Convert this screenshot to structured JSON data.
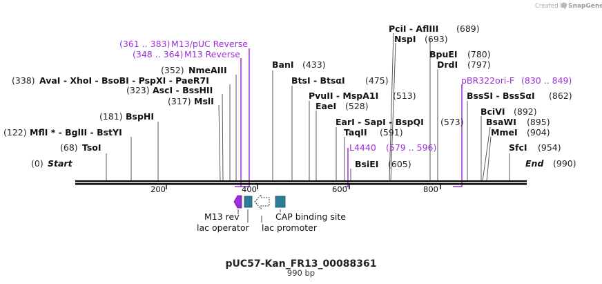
{
  "branding": {
    "created_by": "Created by",
    "brand": "SnapGene"
  },
  "sequence": {
    "name": "pUC57-Kan_FR13_00088361",
    "length_label": "990 bp",
    "length": 990
  },
  "ends": {
    "start": {
      "label": "Start",
      "pos": "(0)"
    },
    "end": {
      "label": "End",
      "pos": "(990)"
    }
  },
  "ruler": {
    "ticks": [
      "200",
      "400",
      "600",
      "800"
    ]
  },
  "sites": [
    {
      "id": "tsoi",
      "text": "TsoI",
      "pos": "(68)"
    },
    {
      "id": "mfli",
      "text": "MflI * - BglII - BstYI",
      "pos": "(122)"
    },
    {
      "id": "bsphi",
      "text": "BspHI",
      "pos": "(181)"
    },
    {
      "id": "msli",
      "text": "MslI",
      "pos": "(317)"
    },
    {
      "id": "asci",
      "text": "AscI - BssHII",
      "pos": "(323)"
    },
    {
      "id": "avai",
      "text": "AvaI - XhoI - BsoBI - PspXI - PaeR7I",
      "pos": "(338)"
    },
    {
      "id": "nmeaiii",
      "text": "NmeAIII",
      "pos": "(352)"
    },
    {
      "id": "bani",
      "text": "BanI",
      "pos": "(433)"
    },
    {
      "id": "btsi",
      "text": "BtsI - BtsαI",
      "pos": "(475)"
    },
    {
      "id": "pvuii",
      "text": "PvuII - MspA1I",
      "pos": "(513)"
    },
    {
      "id": "eaei",
      "text": "EaeI",
      "pos": "(528)"
    },
    {
      "id": "eari",
      "text": "EarI - SapI - BspQI",
      "pos": "(573)"
    },
    {
      "id": "taqii",
      "text": "TaqII",
      "pos": "(591)"
    },
    {
      "id": "bsiei",
      "text": "BsiEI",
      "pos": "(605)"
    },
    {
      "id": "pcii",
      "text": "PciI - AflIII",
      "pos": "(689)"
    },
    {
      "id": "nspi",
      "text": "NspI",
      "pos": "(693)"
    },
    {
      "id": "bpuei",
      "text": "BpuEI",
      "pos": "(780)"
    },
    {
      "id": "drdi",
      "text": "DrdI",
      "pos": "(797)"
    },
    {
      "id": "bsssi",
      "text": "BssSI - BssSαI",
      "pos": "(862)"
    },
    {
      "id": "bcivi",
      "text": "BciVI",
      "pos": "(892)"
    },
    {
      "id": "bsawi",
      "text": "BsaWI",
      "pos": "(895)"
    },
    {
      "id": "mmei",
      "text": "MmeI",
      "pos": "(904)"
    },
    {
      "id": "sfci",
      "text": "SfcI",
      "pos": "(954)"
    }
  ],
  "primers": [
    {
      "id": "m13puc",
      "text": "M13/pUC Reverse",
      "pos": "(361 .. 383)"
    },
    {
      "id": "m13rev",
      "text": "M13 Reverse",
      "pos": "(348 .. 364)"
    },
    {
      "id": "l4440",
      "text": "L4440",
      "pos": "(579 .. 596)"
    },
    {
      "id": "pbr322",
      "text": "pBR322ori-F",
      "pos": "(830 .. 849)"
    }
  ],
  "features": [
    {
      "id": "m13rev",
      "label": "M13 rev"
    },
    {
      "id": "lacop",
      "label": "lac operator"
    },
    {
      "id": "lacprom",
      "label": "lac promoter"
    },
    {
      "id": "cap",
      "label": "CAP binding site"
    }
  ],
  "colors": {
    "primer": "#9b30d9",
    "feature_teal": "#2e7d96",
    "backbone": "#111111",
    "site_line": "#444444"
  }
}
